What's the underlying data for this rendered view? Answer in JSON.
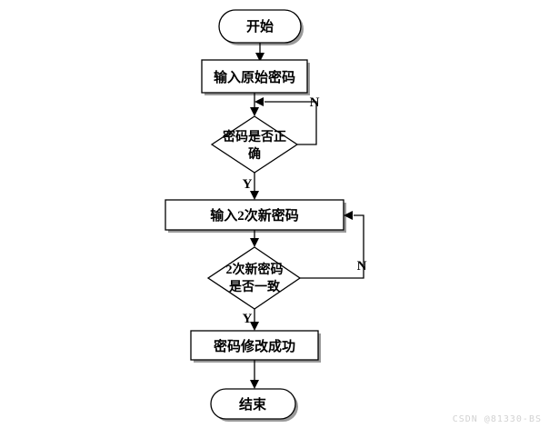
{
  "diagram": {
    "title": "Password change flowchart",
    "background_color": "#ffffff",
    "line_color": "#000000",
    "shadow_color": "#9a9a9a",
    "nodes": [
      {
        "id": "start",
        "type": "terminator",
        "label": "开始"
      },
      {
        "id": "input_old",
        "type": "process",
        "label": "输入原始密码"
      },
      {
        "id": "check_pw",
        "type": "decision",
        "label_line1": "密码是否正",
        "label_line2": "确"
      },
      {
        "id": "input_new",
        "type": "process",
        "label": "输入2次新密码"
      },
      {
        "id": "check_match",
        "type": "decision",
        "label_line1": "2次新密码",
        "label_line2": "是否一致"
      },
      {
        "id": "success",
        "type": "process",
        "label": "密码修改成功"
      },
      {
        "id": "end",
        "type": "terminator",
        "label": "结束"
      }
    ],
    "edge_labels": {
      "no_password": "N",
      "yes_password": "Y",
      "no_match": "N",
      "yes_match": "Y"
    }
  },
  "watermark": {
    "text": "CSDN @81330-BS"
  }
}
